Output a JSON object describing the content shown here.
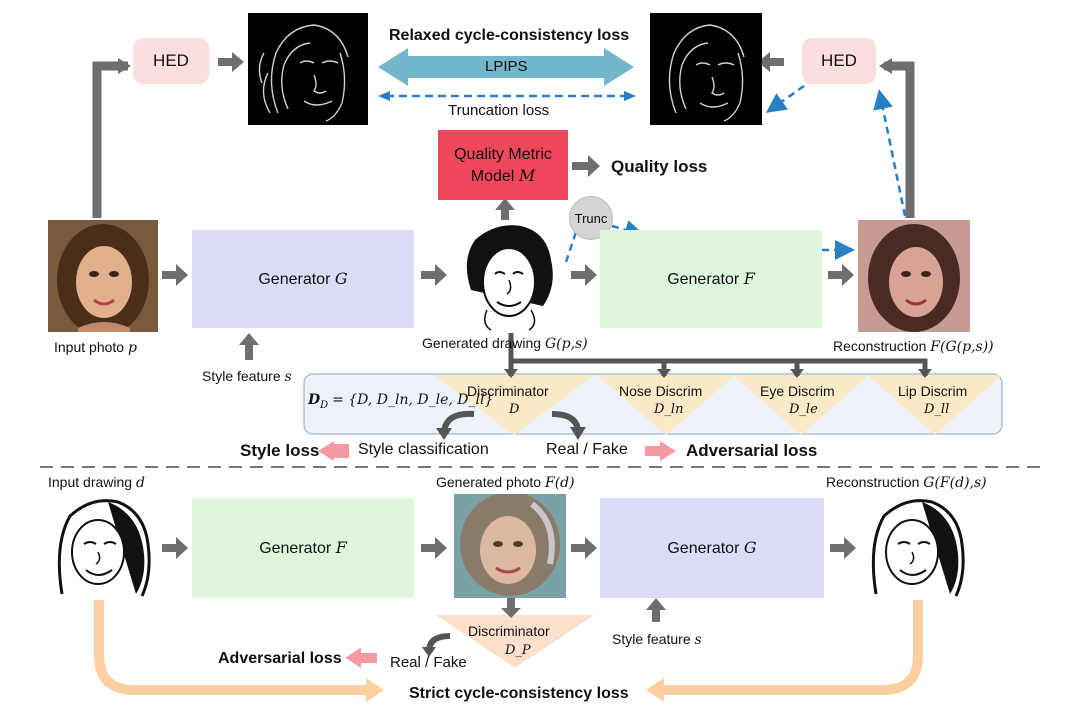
{
  "top": {
    "hed_left": "HED",
    "hed_right": "HED",
    "relaxed_loss": "Relaxed cycle-consistency loss",
    "lpips": "LPIPS",
    "truncation_loss": "Truncation loss",
    "quality_metric_line1": "Quality Metric",
    "quality_metric_line2": "Model",
    "quality_metric_symbol": "M",
    "quality_loss": "Quality loss",
    "trunc": "Trunc",
    "generator_g": "Generator",
    "generator_g_symbol": "G",
    "generator_f": "Generator",
    "generator_f_symbol": "F",
    "input_photo": "Input photo",
    "input_photo_symbol": "p",
    "style_feature": "Style feature",
    "style_feature_symbol": "s",
    "generated_drawing": "Generated drawing",
    "generated_drawing_symbol": "G(p,s)",
    "reconstruction": "Reconstruction",
    "reconstruction_symbol": "F(G(p,s))"
  },
  "discriminators": {
    "set_label": "D",
    "set_label_sub": "D",
    "set_members": "= {D, D_ln, D_le, D_ll}",
    "items": [
      {
        "name": "Discriminator",
        "symbol": "D"
      },
      {
        "name": "Nose Discrim",
        "symbol": "D_ln"
      },
      {
        "name": "Eye Discrim",
        "symbol": "D_le"
      },
      {
        "name": "Lip Discrim",
        "symbol": "D_ll"
      }
    ],
    "style_loss": "Style loss",
    "style_classification": "Style classification",
    "real_fake": "Real / Fake",
    "adversarial_loss": "Adversarial loss"
  },
  "bottom": {
    "input_drawing": "Input drawing",
    "input_drawing_symbol": "d",
    "generator_f": "Generator",
    "generator_f_symbol": "F",
    "generated_photo": "Generated photo",
    "generated_photo_symbol": "F(d)",
    "generator_g": "Generator",
    "generator_g_symbol": "G",
    "reconstruction": "Reconstruction",
    "reconstruction_symbol": "G(F(d),s)",
    "discriminator": "Discriminator",
    "discriminator_symbol": "D_P",
    "style_feature": "Style feature",
    "style_feature_symbol": "s",
    "adversarial_loss": "Adversarial loss",
    "real_fake": "Real / Fake",
    "strict_loss": "Strict cycle-consistency loss"
  },
  "colors": {
    "gen_g": "#dcdcf8",
    "gen_f": "#def6dc",
    "hed": "#fbdede",
    "quality": "#f0475a",
    "lpips": "#74b6cc",
    "dashed": "#2a7fc4",
    "pink_arrow": "#f59aa0",
    "orange": "#fbcf9f",
    "disc": "#fbeac8"
  }
}
